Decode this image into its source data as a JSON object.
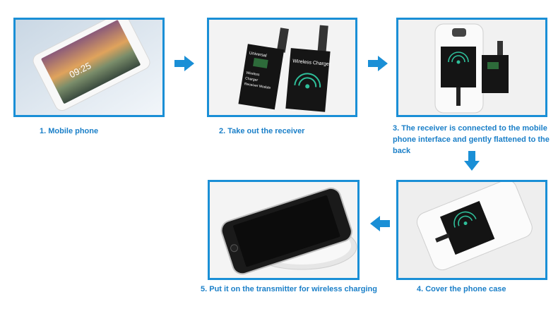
{
  "steps": [
    {
      "number": "1",
      "caption": "1. Mobile phone"
    },
    {
      "number": "2",
      "caption": "2. Take out the receiver"
    },
    {
      "number": "3",
      "caption": "3. The receiver is connected to the mobile phone interface and gently flattened to the back"
    },
    {
      "number": "4",
      "caption": "4. Cover the phone case"
    },
    {
      "number": "5",
      "caption": "5. Put it on the transmitter for wireless charging"
    }
  ],
  "phone_screen": {
    "clock": "09:25"
  },
  "receiver_cards": {
    "universal_title": "Universal",
    "universal_lines": [
      "Wireless",
      "Charger",
      "Receiver Module"
    ],
    "wireless_charger_label": "Wireless Charger"
  },
  "colors": {
    "accent": "#1a8fd6",
    "caption": "#1a7fc8",
    "arrow": "#1a8fd6"
  },
  "icons": [
    "arrow-right-icon",
    "arrow-down-icon",
    "arrow-left-icon",
    "wireless-signal-icon"
  ]
}
